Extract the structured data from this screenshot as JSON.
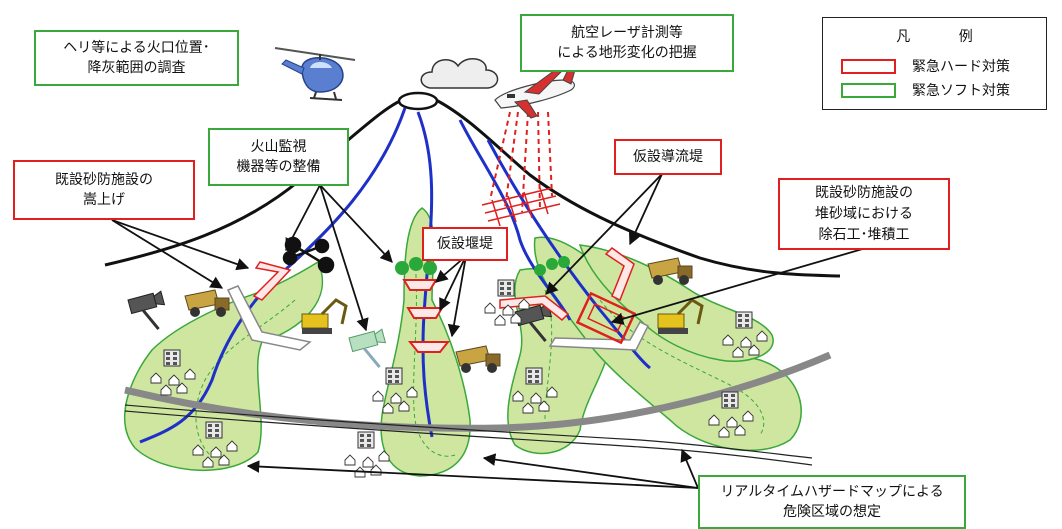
{
  "colors": {
    "soft": "#3aa83a",
    "hard": "#e0201e",
    "fan_fill": "#cfe6a1",
    "fan_stroke": "#3aa83a",
    "flow": "#1e30c8",
    "road": "#888888"
  },
  "legend": {
    "title": "凡 例",
    "hard_label": "緊急ハード対策",
    "soft_label": "緊急ソフト対策"
  },
  "callouts": {
    "heli_survey": [
      "ヘリ等による火口位置･",
      "降灰範囲の調査"
    ],
    "laser_survey": [
      "航空レーザ計測等",
      "による地形変化の把握"
    ],
    "monitoring": [
      "火山監視",
      "機器等の整備"
    ],
    "raise_existing": [
      "既設砂防施設の",
      "嵩上げ"
    ],
    "temp_guide_levee": [
      "仮設導流堤"
    ],
    "sediment_removal": [
      "既設砂防施設の",
      "堆砂域における",
      "除石工･堆積工"
    ],
    "temp_dam": [
      "仮設堰堤"
    ],
    "hazard_map": [
      "リアルタイムハザードマップによる",
      "危険区域の想定"
    ]
  },
  "icons": [
    "helicopter-icon",
    "cloud-icon",
    "survey-airplane-icon",
    "crater-icon",
    "dump-truck-icon",
    "excavator-icon",
    "camera-icon",
    "building-icon",
    "house-icon",
    "tree-icon",
    "sensor-station-icon"
  ]
}
